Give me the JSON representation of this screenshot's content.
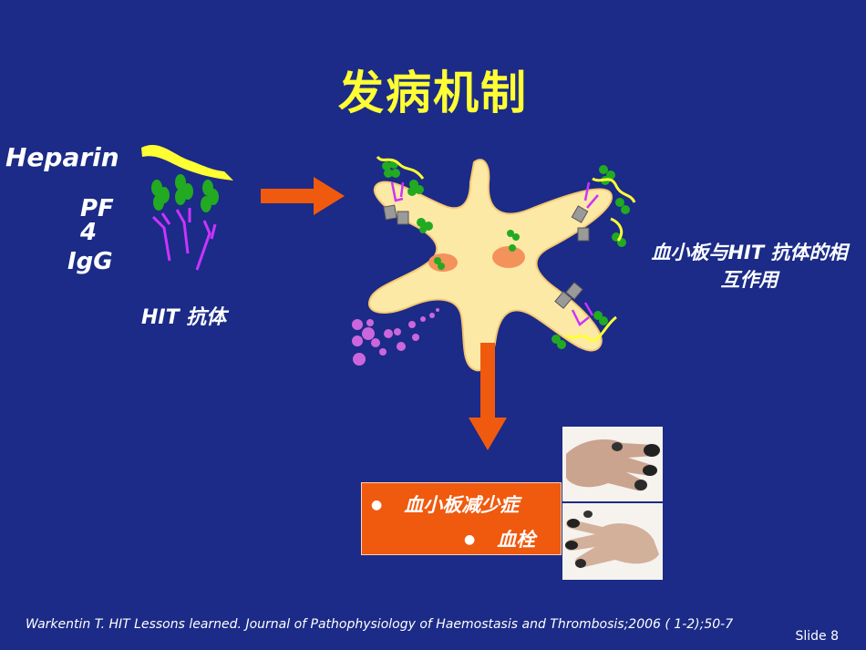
{
  "slide": {
    "title": "发病机制",
    "labels": {
      "heparin": "Heparin",
      "pf4": "PF 4",
      "igg": "IgG",
      "hit_antibody": "HIT 抗体",
      "interaction": "血小板与HIT 抗体的相互作用"
    },
    "outcomes": [
      "血小板减少症",
      "血栓"
    ],
    "citation": "Warkentin T. HIT Lessons learned. Journal of Pathophysiology of Haemostasis and Thrombosis;2006 ( 1-2);50-7",
    "slide_number": "Slide 8"
  },
  "colors": {
    "background": "#1b2b87",
    "title": "#ffff33",
    "arrow": "#f05a0e",
    "platelet": "#fde9a6",
    "pf4_green": "#22aa22",
    "antibody": "#cc33ff"
  },
  "icons": [
    "platelet-diagram",
    "arrow-right-icon",
    "arrow-down-icon",
    "necrotic-hand-photo"
  ]
}
